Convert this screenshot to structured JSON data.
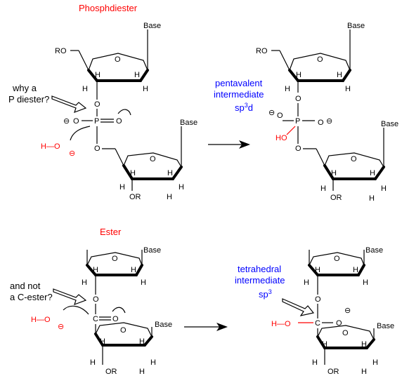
{
  "headings": {
    "phosphodiester": "Phosphdiester",
    "ester": "Ester"
  },
  "questions": {
    "p_diester_line1": "why a",
    "p_diester_line2": "P diester?",
    "c_ester_line1": "and not",
    "c_ester_line2": "a C-ester?"
  },
  "intermediates": {
    "penta_line1": "pentavalent",
    "penta_line2": "intermediate",
    "penta_hybrid": "sp",
    "penta_hybrid_sup": "3",
    "penta_hybrid_tail": "d",
    "tetra_line1": "tetrahedral",
    "tetra_line2": "intermediate",
    "tetra_hybrid": "sp",
    "tetra_hybrid_sup": "3"
  },
  "atoms": {
    "base": "Base",
    "ro": "RO",
    "or": "OR",
    "o": "O",
    "h": "H",
    "p": "P",
    "c": "C",
    "ho": "HO",
    "h_o": "H—O",
    "minus": "⊖"
  },
  "colors": {
    "heading": "#ff0000",
    "intermediate_text": "#0000ff",
    "nucleophile": "#ff0000"
  }
}
